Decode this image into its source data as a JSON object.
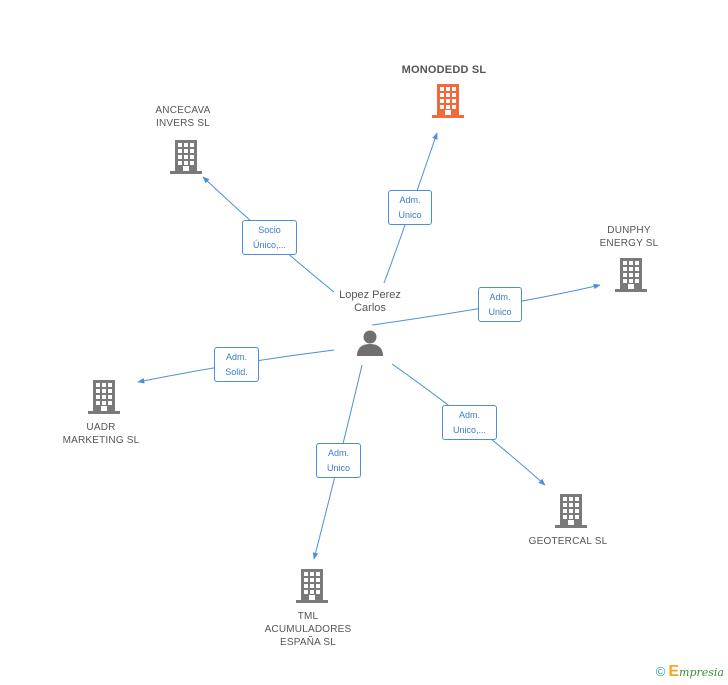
{
  "diagram": {
    "center": {
      "label": "Lopez Perez\nCarlos",
      "icon": "person-icon"
    },
    "companies": [
      {
        "id": "monodedd",
        "label": "MONODEDD SL",
        "highlight": true,
        "color": "#f26a3c",
        "relation": "Adm.\nUnico"
      },
      {
        "id": "ancecava",
        "label": "ANCECAVA\nINVERS  SL",
        "highlight": false,
        "color": "#7a7a7a",
        "relation": "Socio\nÚnico,..."
      },
      {
        "id": "dunphy",
        "label": "DUNPHY\nENERGY  SL",
        "highlight": false,
        "color": "#7a7a7a",
        "relation": "Adm.\nUnico"
      },
      {
        "id": "uadr",
        "label": "UADR\nMARKETING SL",
        "highlight": false,
        "color": "#7a7a7a",
        "relation": "Adm.\nSolid."
      },
      {
        "id": "geotercal",
        "label": "GEOTERCAL SL",
        "highlight": false,
        "color": "#7a7a7a",
        "relation": "Adm.\nUnico,..."
      },
      {
        "id": "tml",
        "label": "TML\nACUMULADORES\nESPAÑA  SL",
        "highlight": false,
        "color": "#7a7a7a",
        "relation": "Adm.\nUnico"
      }
    ],
    "edge_color": "#4a90d9"
  },
  "footer": {
    "copyright": "©",
    "brand_initial": "E",
    "brand_rest": "mpresia"
  }
}
